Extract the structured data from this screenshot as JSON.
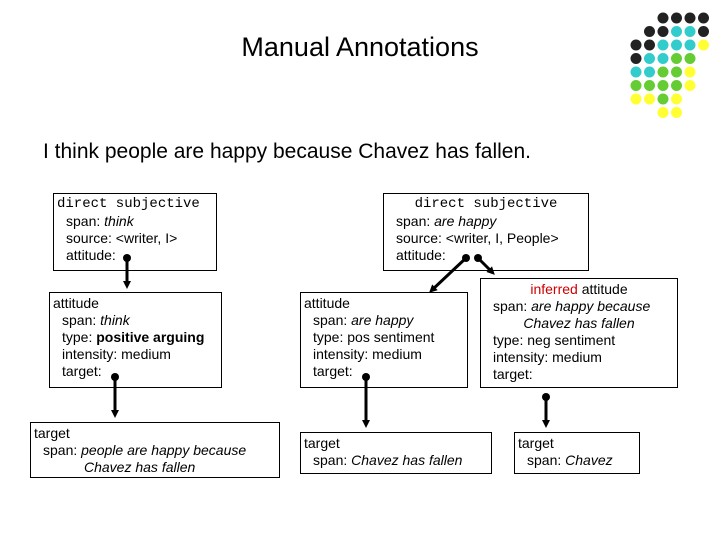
{
  "title": "Manual Annotations",
  "sentence": "I think people are happy because Chavez has fallen.",
  "ds1": {
    "heading": "direct subjective",
    "span_key": "span:",
    "span_val": "think",
    "source": "source: <writer, I>",
    "attitude": "attitude:"
  },
  "ds2": {
    "heading": "direct subjective",
    "span_key": "span:",
    "span_val": "are happy",
    "source": "source: <writer, I, People>",
    "attitude": "attitude:"
  },
  "att1": {
    "heading": "attitude",
    "span_key": "span:",
    "span_val": "think",
    "type_key": "type:",
    "type_val": "positive arguing",
    "intensity": "intensity: medium",
    "target": "target:"
  },
  "att2": {
    "heading": "attitude",
    "span_key": "span:",
    "span_val": "are happy",
    "type": "type: pos sentiment",
    "intensity": "intensity: medium",
    "target": "target:"
  },
  "att3": {
    "heading_red": "inferred",
    "heading_rest": "attitude",
    "span_key": "span:",
    "span_val1": "are happy because",
    "span_val2": "Chavez has fallen",
    "type": "type: neg sentiment",
    "intensity": "intensity: medium",
    "target": "target:"
  },
  "tgt1": {
    "heading": "target",
    "span_key": "span:",
    "span_val1": "people are happy because",
    "span_val2": "Chavez has fallen"
  },
  "tgt2": {
    "heading": "target",
    "span_key": "span:",
    "span_val": "Chavez has fallen"
  },
  "tgt3": {
    "heading": "target",
    "span_key": "span:",
    "span_val": "Chavez"
  },
  "colors": {
    "dark": "#222222",
    "teal": "#33cccc",
    "green": "#66cc33",
    "yellow": "#ffff33"
  },
  "decor_grid": [
    "..DDDD",
    ".DDTTD",
    "DDTTTY",
    "DTTGG.",
    "TTGGY.",
    "GGGGY.",
    "YYGY..",
    "..YY.."
  ]
}
